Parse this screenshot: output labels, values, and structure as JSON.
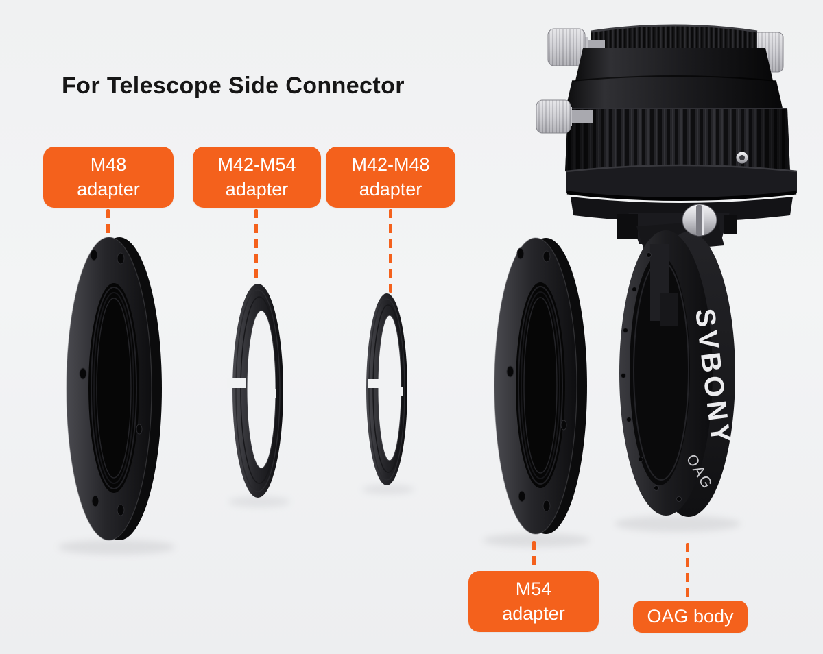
{
  "title": "For Telescope Side Connector",
  "colors": {
    "accent": "#F4611C",
    "background": "#F1F2F3",
    "label_text": "#FFFFFF"
  },
  "callouts": {
    "m48": {
      "line1": "M48",
      "line2": "adapter"
    },
    "m42_m54": {
      "line1": "M42-M54",
      "line2": "adapter"
    },
    "m42_m48": {
      "line1": "M42-M48",
      "line2": "adapter"
    },
    "m54": {
      "line1": "M54",
      "line2": "adapter"
    },
    "oag_body": {
      "text": "OAG body"
    }
  },
  "product": {
    "brand": "SVBONY",
    "model": "OAG"
  }
}
